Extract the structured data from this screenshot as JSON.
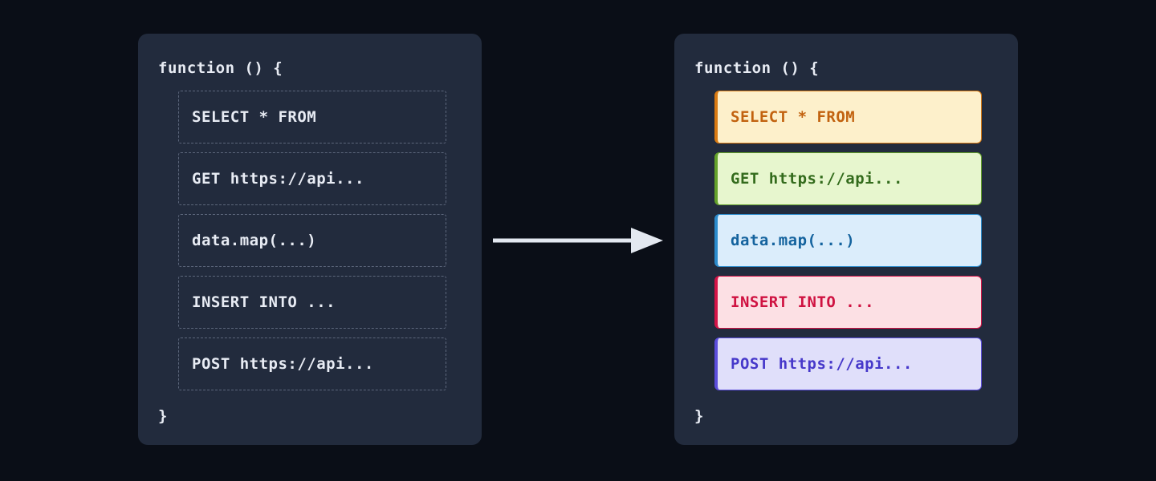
{
  "theme": {
    "background": "#0a0e17",
    "panel_background": "#222b3d",
    "code_text": "#e8ecf4",
    "dashed_border": "#5d677c",
    "arrow_color": "#e3e8f0"
  },
  "panels": {
    "before": {
      "title_open": "function () {",
      "title_close": "}",
      "statements": [
        {
          "text": "SELECT * FROM"
        },
        {
          "text": "GET https://api..."
        },
        {
          "text": "data.map(...)"
        },
        {
          "text": "INSERT INTO ..."
        },
        {
          "text": "POST https://api..."
        }
      ]
    },
    "after": {
      "title_open": "function () {",
      "title_close": "}",
      "statements": [
        {
          "text": "SELECT * FROM",
          "kind": "sql-select",
          "bg": "#fdf0cb",
          "fg": "#c2620f",
          "border": "#d97a12"
        },
        {
          "text": "GET https://api...",
          "kind": "http-get",
          "bg": "#e7f6ce",
          "fg": "#336b1c",
          "border": "#63a12a"
        },
        {
          "text": "data.map(...)",
          "kind": "js-map",
          "bg": "#dbedfb",
          "fg": "#14639e",
          "border": "#2b8bcc"
        },
        {
          "text": "INSERT INTO ...",
          "kind": "sql-insert",
          "bg": "#fce0e4",
          "fg": "#cf1241",
          "border": "#d31347"
        },
        {
          "text": "POST https://api...",
          "kind": "http-post",
          "bg": "#e0dffa",
          "fg": "#4638ca",
          "border": "#5b4ddb"
        }
      ]
    }
  },
  "arrow": {
    "label": "transforms-into",
    "color": "#e3e8f0"
  }
}
